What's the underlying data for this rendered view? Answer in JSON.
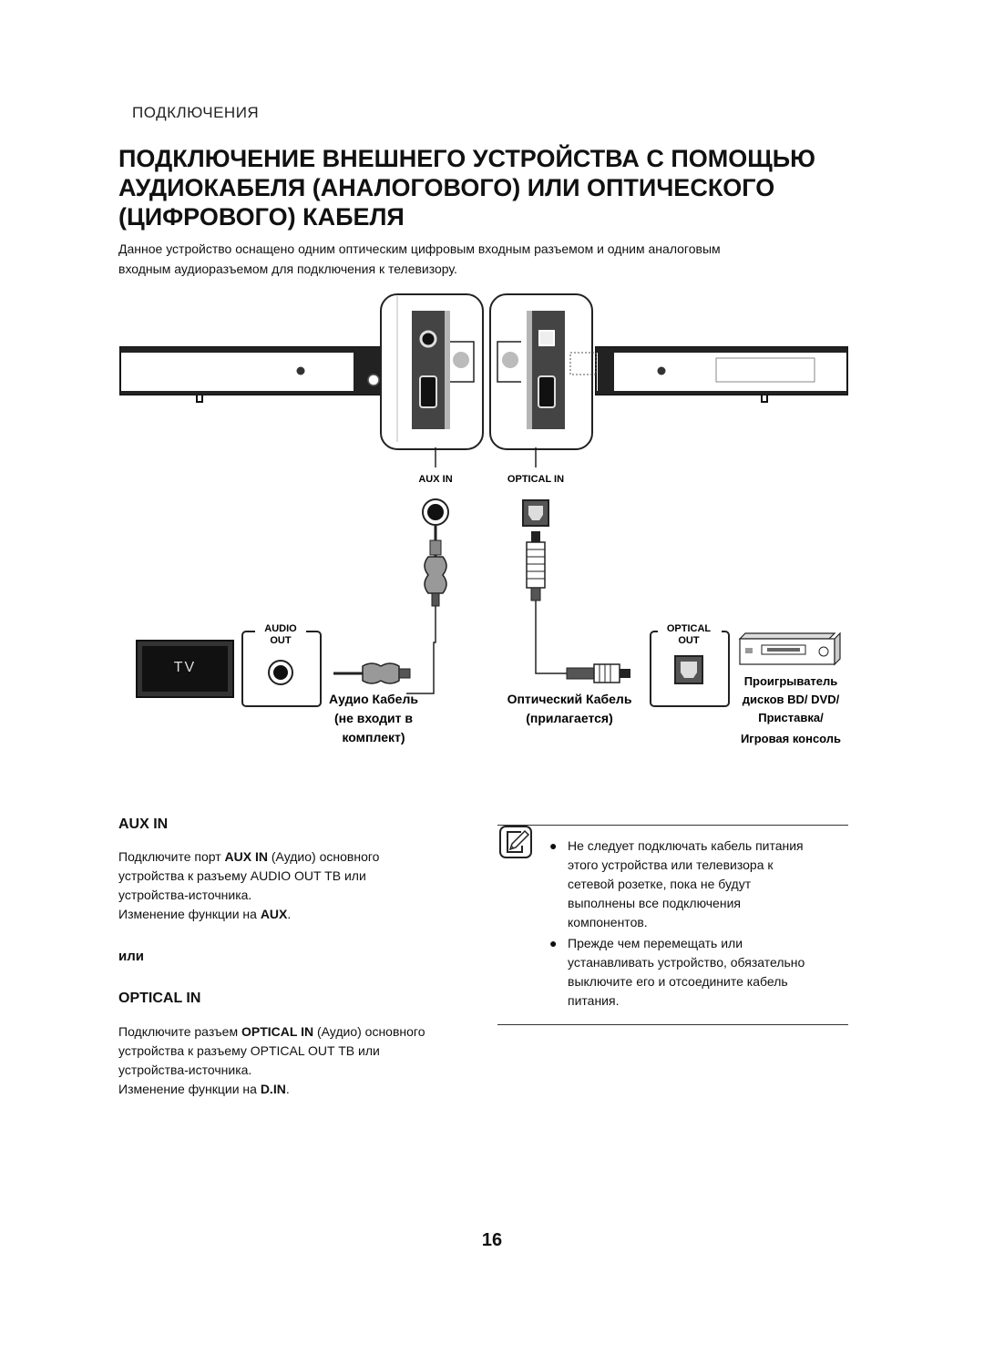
{
  "header": {
    "section": "ПОДКЛЮЧЕНИЯ",
    "title_lines": [
      "ПОДКЛЮЧЕНИЕ ВНЕШНЕГО УСТРОЙСТВА С ПОМОЩЬЮ",
      "АУДИОКАБЕЛЯ (АНАЛОГОВОГО) ИЛИ ОПТИЧЕСКОГО",
      "(ЦИФРОВОГО) КАБЕЛЯ"
    ]
  },
  "intro_lines": [
    "Данное устройство оснащено одним оптическим цифровым входным разъемом и одним аналоговым",
    "входным аудиоразъемом для подключения к телевизору."
  ],
  "diagram": {
    "aux_in_label": "AUX IN",
    "optical_in_label": "OPTICAL IN",
    "audio_out_label": [
      "AUDIO",
      "OUT"
    ],
    "optical_out_label": [
      "OPTICAL",
      "OUT"
    ],
    "tv_label": "TV",
    "audio_cable_label": [
      "Аудио Кабель",
      "(не входит в",
      "комплект)"
    ],
    "optical_cable_label": [
      "Оптический Кабель",
      "(прилагается)"
    ],
    "player_label": [
      "Проигрыватель",
      "дисков BD/ DVD/",
      "Приставка/",
      "Игровая консоль"
    ]
  },
  "aux": {
    "heading": "AUX IN",
    "line1_pre": "Подключите порт ",
    "line1_bold": "AUX IN",
    "line1_post": " (Аудио) основного",
    "line2": "устройства к разъему AUDIO OUT ТВ или",
    "line3": "устройства-источника.",
    "line4_pre": "Изменение функции на ",
    "line4_bold": "AUX",
    "line4_post": "."
  },
  "or_text": "или",
  "optical": {
    "heading": "OPTICAL IN",
    "line1_pre": "Подключите разъем ",
    "line1_bold": "OPTICAL IN",
    "line1_post": " (Аудио) основного",
    "line2": "устройства к разъему OPTICAL OUT ТВ или",
    "line3": "устройства-источника.",
    "line4_pre": "Изменение функции на ",
    "line4_bold": "D.IN",
    "line4_post": "."
  },
  "notes": {
    "bullet": "●",
    "items": [
      [
        "Не следует подключать кабель питания",
        "этого устройства или телевизора к",
        "сетевой розетке, пока не будут",
        "выполнены все подключения",
        "компонентов."
      ],
      [
        "Прежде чем перемещать или",
        "устанавливать устройство, обязательно",
        "выключите его и отсоедините кабель",
        "питания."
      ]
    ]
  },
  "page_number": "16"
}
